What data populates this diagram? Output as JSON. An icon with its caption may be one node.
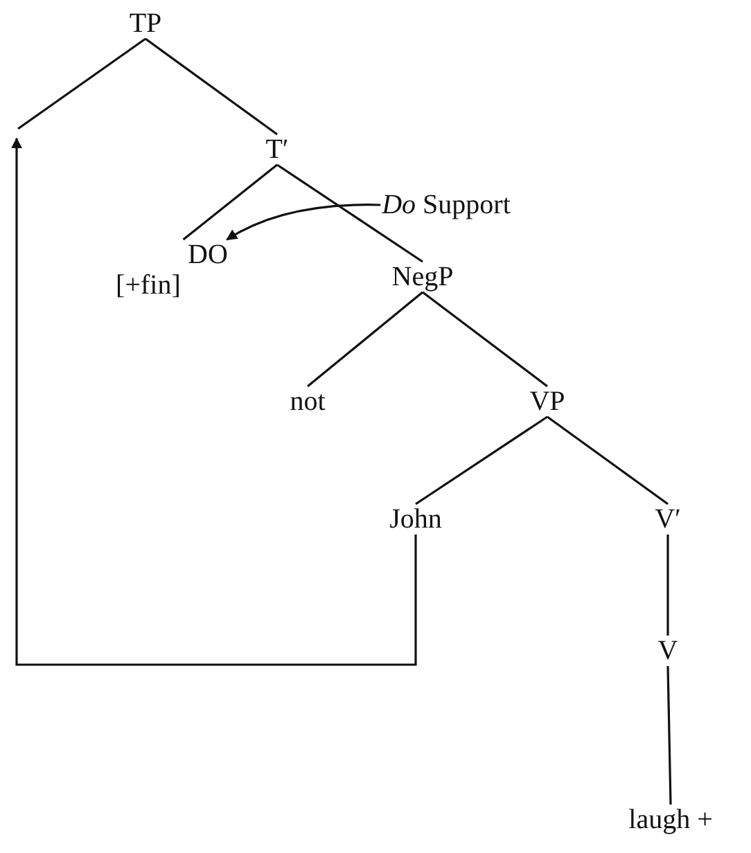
{
  "diagram": {
    "nodes": [
      {
        "text": [
          "TP"
        ]
      },
      {
        "text": [
          "T′"
        ]
      },
      {
        "text": [
          "DO",
          "[+fin]"
        ]
      },
      {
        "text": [
          "*Do* Support"
        ]
      },
      {
        "text": [
          "NegP"
        ]
      },
      {
        "text": [
          "not"
        ]
      },
      {
        "text": [
          "VP"
        ]
      },
      {
        "text": [
          "John"
        ]
      },
      {
        "text": [
          "V′"
        ]
      },
      {
        "text": [
          "V"
        ]
      },
      {
        "text": [
          "laugh +"
        ]
      }
    ],
    "edges": [
      {
        "from": 0,
        "to": null,
        "arrow": "none"
      },
      {
        "from": 0,
        "to": 1,
        "arrow": "none"
      },
      {
        "from": 1,
        "to": 2,
        "arrow": "none"
      },
      {
        "from": 1,
        "to": 4,
        "arrow": "none"
      },
      {
        "from": 3,
        "to": 2,
        "arrow": "to"
      },
      {
        "from": 4,
        "to": 5,
        "arrow": "none"
      },
      {
        "from": 4,
        "to": 6,
        "arrow": "none"
      },
      {
        "from": 6,
        "to": 7,
        "arrow": "none"
      },
      {
        "from": 6,
        "to": 8,
        "arrow": "none"
      },
      {
        "from": 8,
        "to": 9,
        "arrow": "none"
      },
      {
        "from": 9,
        "to": 10,
        "arrow": "none"
      },
      {
        "from": 7,
        "to": null,
        "arrow": "to"
      }
    ]
  }
}
